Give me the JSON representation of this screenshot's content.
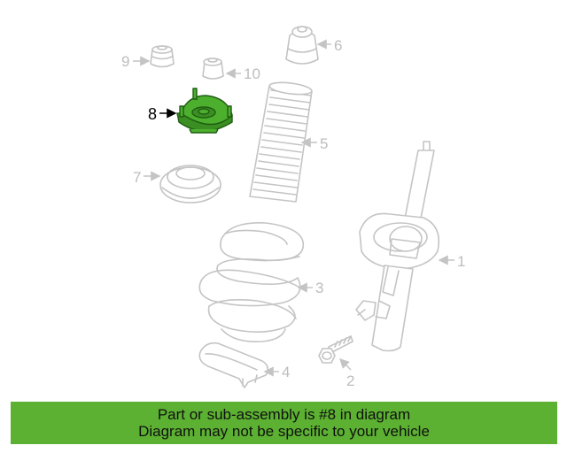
{
  "colors": {
    "highlight": "#4caf2e",
    "banner": "#5cb132",
    "part_stroke": "#c4c4c4"
  },
  "callouts": {
    "c1": "1",
    "c2": "2",
    "c3": "3",
    "c4": "4",
    "c5": "5",
    "c6": "6",
    "c7": "7",
    "c8": "8",
    "c9": "9",
    "c10": "10"
  },
  "banner": {
    "line1": "Part or sub-assembly is #8 in diagram",
    "line2": "Diagram may not be specific to your vehicle"
  }
}
